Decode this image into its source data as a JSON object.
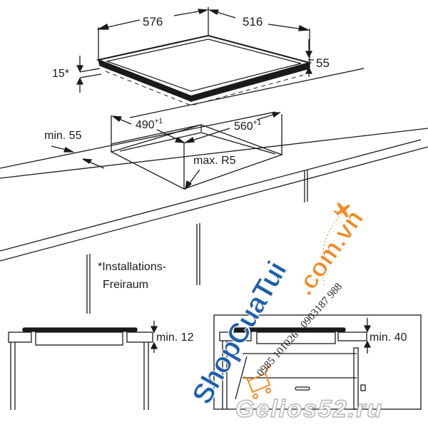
{
  "diagram": {
    "type": "hob-installation-dimensions",
    "top_view": {
      "width_label": "576",
      "depth_label": "516",
      "height_label": "55",
      "clearance_label": "15*"
    },
    "cutout_view": {
      "cut_width_label": "560",
      "cut_width_tolerance": "+1",
      "cut_depth_label": "490",
      "cut_depth_tolerance": "+1",
      "front_edge_label": "min. 55",
      "corner_radius_label": "max. R5"
    },
    "footnote": {
      "line1": "*Installations-",
      "line2": "Freiraum"
    },
    "side_view_left": {
      "clearance_label": "min. 12"
    },
    "side_view_right": {
      "clearance_label": "min. 40"
    }
  },
  "watermarks": {
    "shop_name": "ShopCuaTui",
    "shop_domain": ".com.vn",
    "phone": "0985 101026 - 0903187 988",
    "gelios": "Gelios52.ru",
    "colors": {
      "blue": "#1f5fae",
      "orange": "#f28a24"
    }
  }
}
